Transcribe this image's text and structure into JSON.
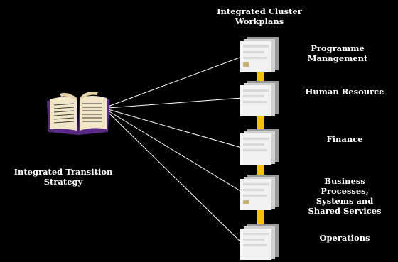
{
  "title": {
    "line1": "Integrated Cluster",
    "line2": "Workplans"
  },
  "strategy": {
    "line1": "Integrated Transition",
    "line2": "Strategy"
  },
  "clusters": [
    {
      "lines": [
        "Programme",
        "Management"
      ]
    },
    {
      "lines": [
        "Human Resource"
      ]
    },
    {
      "lines": [
        "Finance"
      ]
    },
    {
      "lines": [
        "Business",
        "Processes,",
        "Systems and",
        "Shared Services"
      ]
    },
    {
      "lines": [
        "Operations"
      ]
    }
  ],
  "icons": {
    "strategy": "open-book-icon",
    "workplan": "document-stack-icon"
  },
  "colors": {
    "background": "#000000",
    "text": "#ffffff",
    "connector": "#f2c200",
    "line": "#ffffff",
    "book_border": "#5b2a86"
  }
}
